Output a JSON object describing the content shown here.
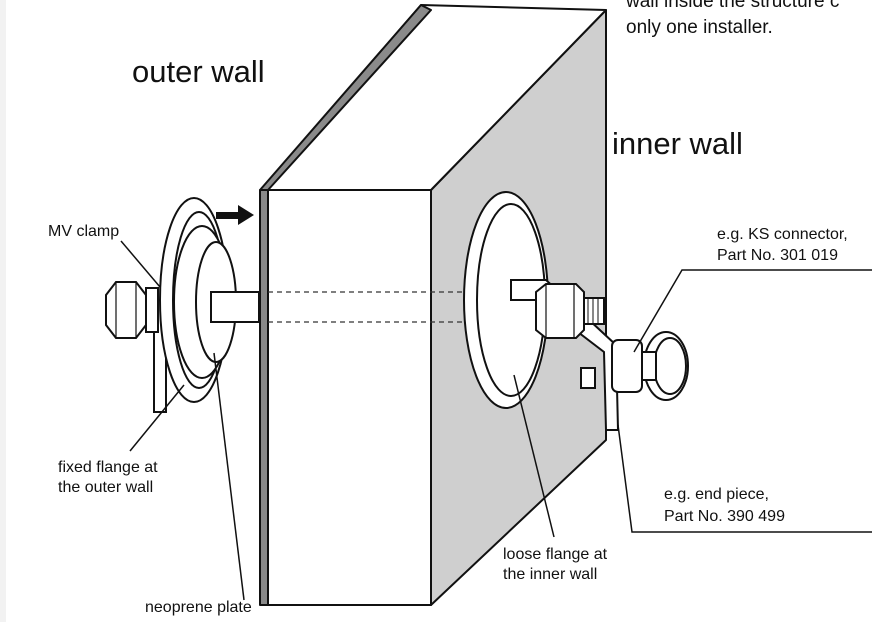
{
  "header_note": {
    "line1": "wall inside the structure c",
    "line2": "only one installer."
  },
  "labels": {
    "outer_wall": "outer wall",
    "inner_wall": "inner wall",
    "mv_clamp": "MV clamp",
    "fixed_flange_line1": "fixed flange at",
    "fixed_flange_line2": "the outer wall",
    "neoprene_plate": "neoprene plate",
    "loose_flange_line1": "loose flange at",
    "loose_flange_line2": "the inner wall",
    "ks_connector_line1": "e.g. KS connector,",
    "ks_connector_line2": "Part No. 301 019",
    "end_piece_line1": "e.g. end piece,",
    "end_piece_line2": "Part No. 390 499"
  }
}
